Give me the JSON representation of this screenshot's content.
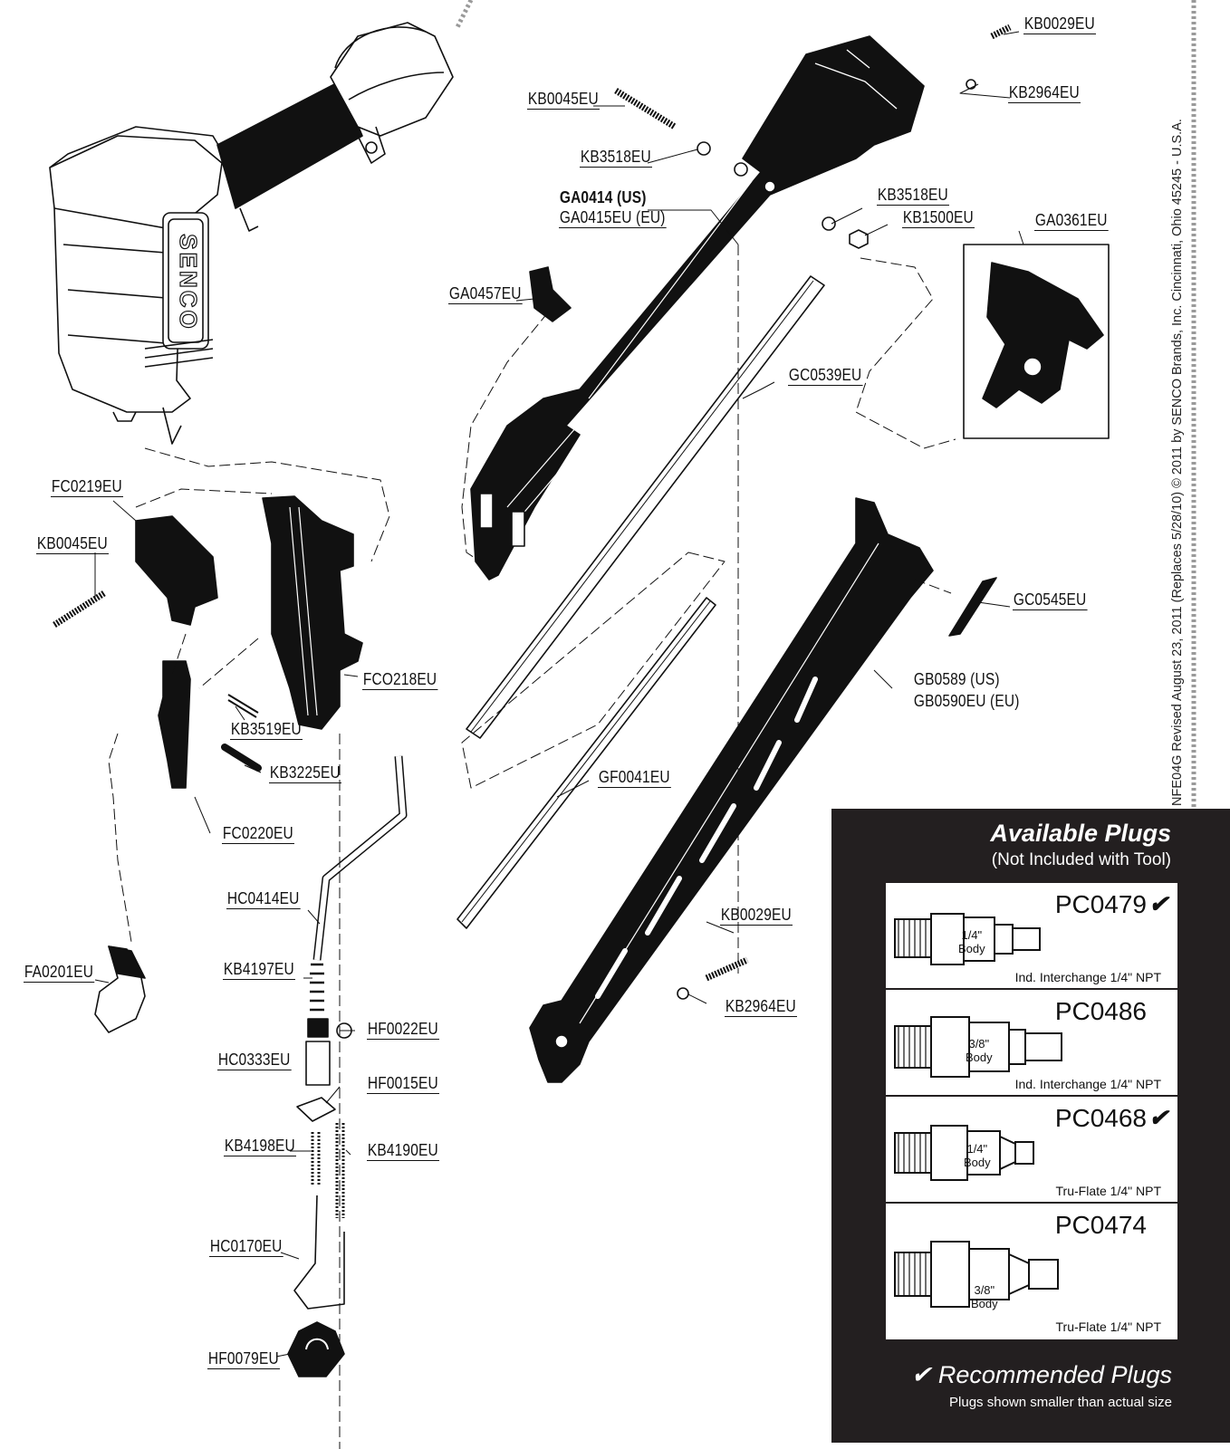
{
  "parts": {
    "kb0029_top": "KB0029EU",
    "kb2964_top": "KB2964EU",
    "kb0045_top": "KB0045EU",
    "kb3518_a": "KB3518EU",
    "ga0414_us": "GA0414 (US)",
    "ga0415_eu": "GA0415EU (EU)",
    "kb3518_b": "KB3518EU",
    "kb1500": "KB1500EU",
    "ga0361": "GA0361EU",
    "ga0457": "GA0457EU",
    "gc0539": "GC0539EU",
    "fc0219": "FC0219EU",
    "kb0045_left": "KB0045EU",
    "fc0218": "FCO218EU",
    "kb3519": "KB3519EU",
    "kb3225": "KB3225EU",
    "fc0220": "FC0220EU",
    "gc0545": "GC0545EU",
    "gb0589_us": "GB0589 (US)",
    "gb0590_eu": "GB0590EU (EU)",
    "gf0041": "GF0041EU",
    "hc0414": "HC0414EU",
    "kb4197": "KB4197EU",
    "hf0022": "HF0022EU",
    "fa0201": "FA0201EU",
    "hc0333": "HC0333EU",
    "hf0015": "HF0015EU",
    "kb4198": "KB4198EU",
    "kb4190": "KB4190EU",
    "kb0029_bottom": "KB0029EU",
    "kb2964_bottom": "KB2964EU",
    "hc0170": "HC0170EU",
    "hf0079": "HF0079EU"
  },
  "brand_logo_text": "SENCO",
  "copyright": "NFE04G Revised August 23, 2011 (Replaces 5/28/10)  © 2011 by SENCO Brands, Inc.  Cincinnati, Ohio 45245 - U.S.A.",
  "plugs": {
    "title": "Available Plugs",
    "subtitle": "(Not Included with Tool)",
    "items": [
      {
        "code": "PC0479",
        "check": "✔",
        "body": "1/4\"\nBody",
        "body_line1": "1/4\"",
        "body_line2": "Body",
        "desc": "Ind. Interchange 1/4\" NPT",
        "recommended": true
      },
      {
        "code": "PC0486",
        "check": "",
        "body_line1": "3/8\"",
        "body_line2": "Body",
        "desc": "Ind. Interchange 1/4\" NPT",
        "recommended": false
      },
      {
        "code": "PC0468",
        "check": "✔",
        "body_line1": "1/4\"",
        "body_line2": "Body",
        "desc": "Tru-Flate 1/4\" NPT",
        "recommended": true
      },
      {
        "code": "PC0474",
        "check": "",
        "body_line1": "3/8\"",
        "body_line2": "Body",
        "desc": "Tru-Flate 1/4\" NPT",
        "recommended": false
      }
    ],
    "recommended_label": "✔ Recommended Plugs",
    "footnote": "Plugs shown smaller than actual size"
  },
  "colors": {
    "ink": "#111111",
    "panel": "#231f20",
    "paper": "#ffffff",
    "dotted": "#9a9a9a"
  }
}
